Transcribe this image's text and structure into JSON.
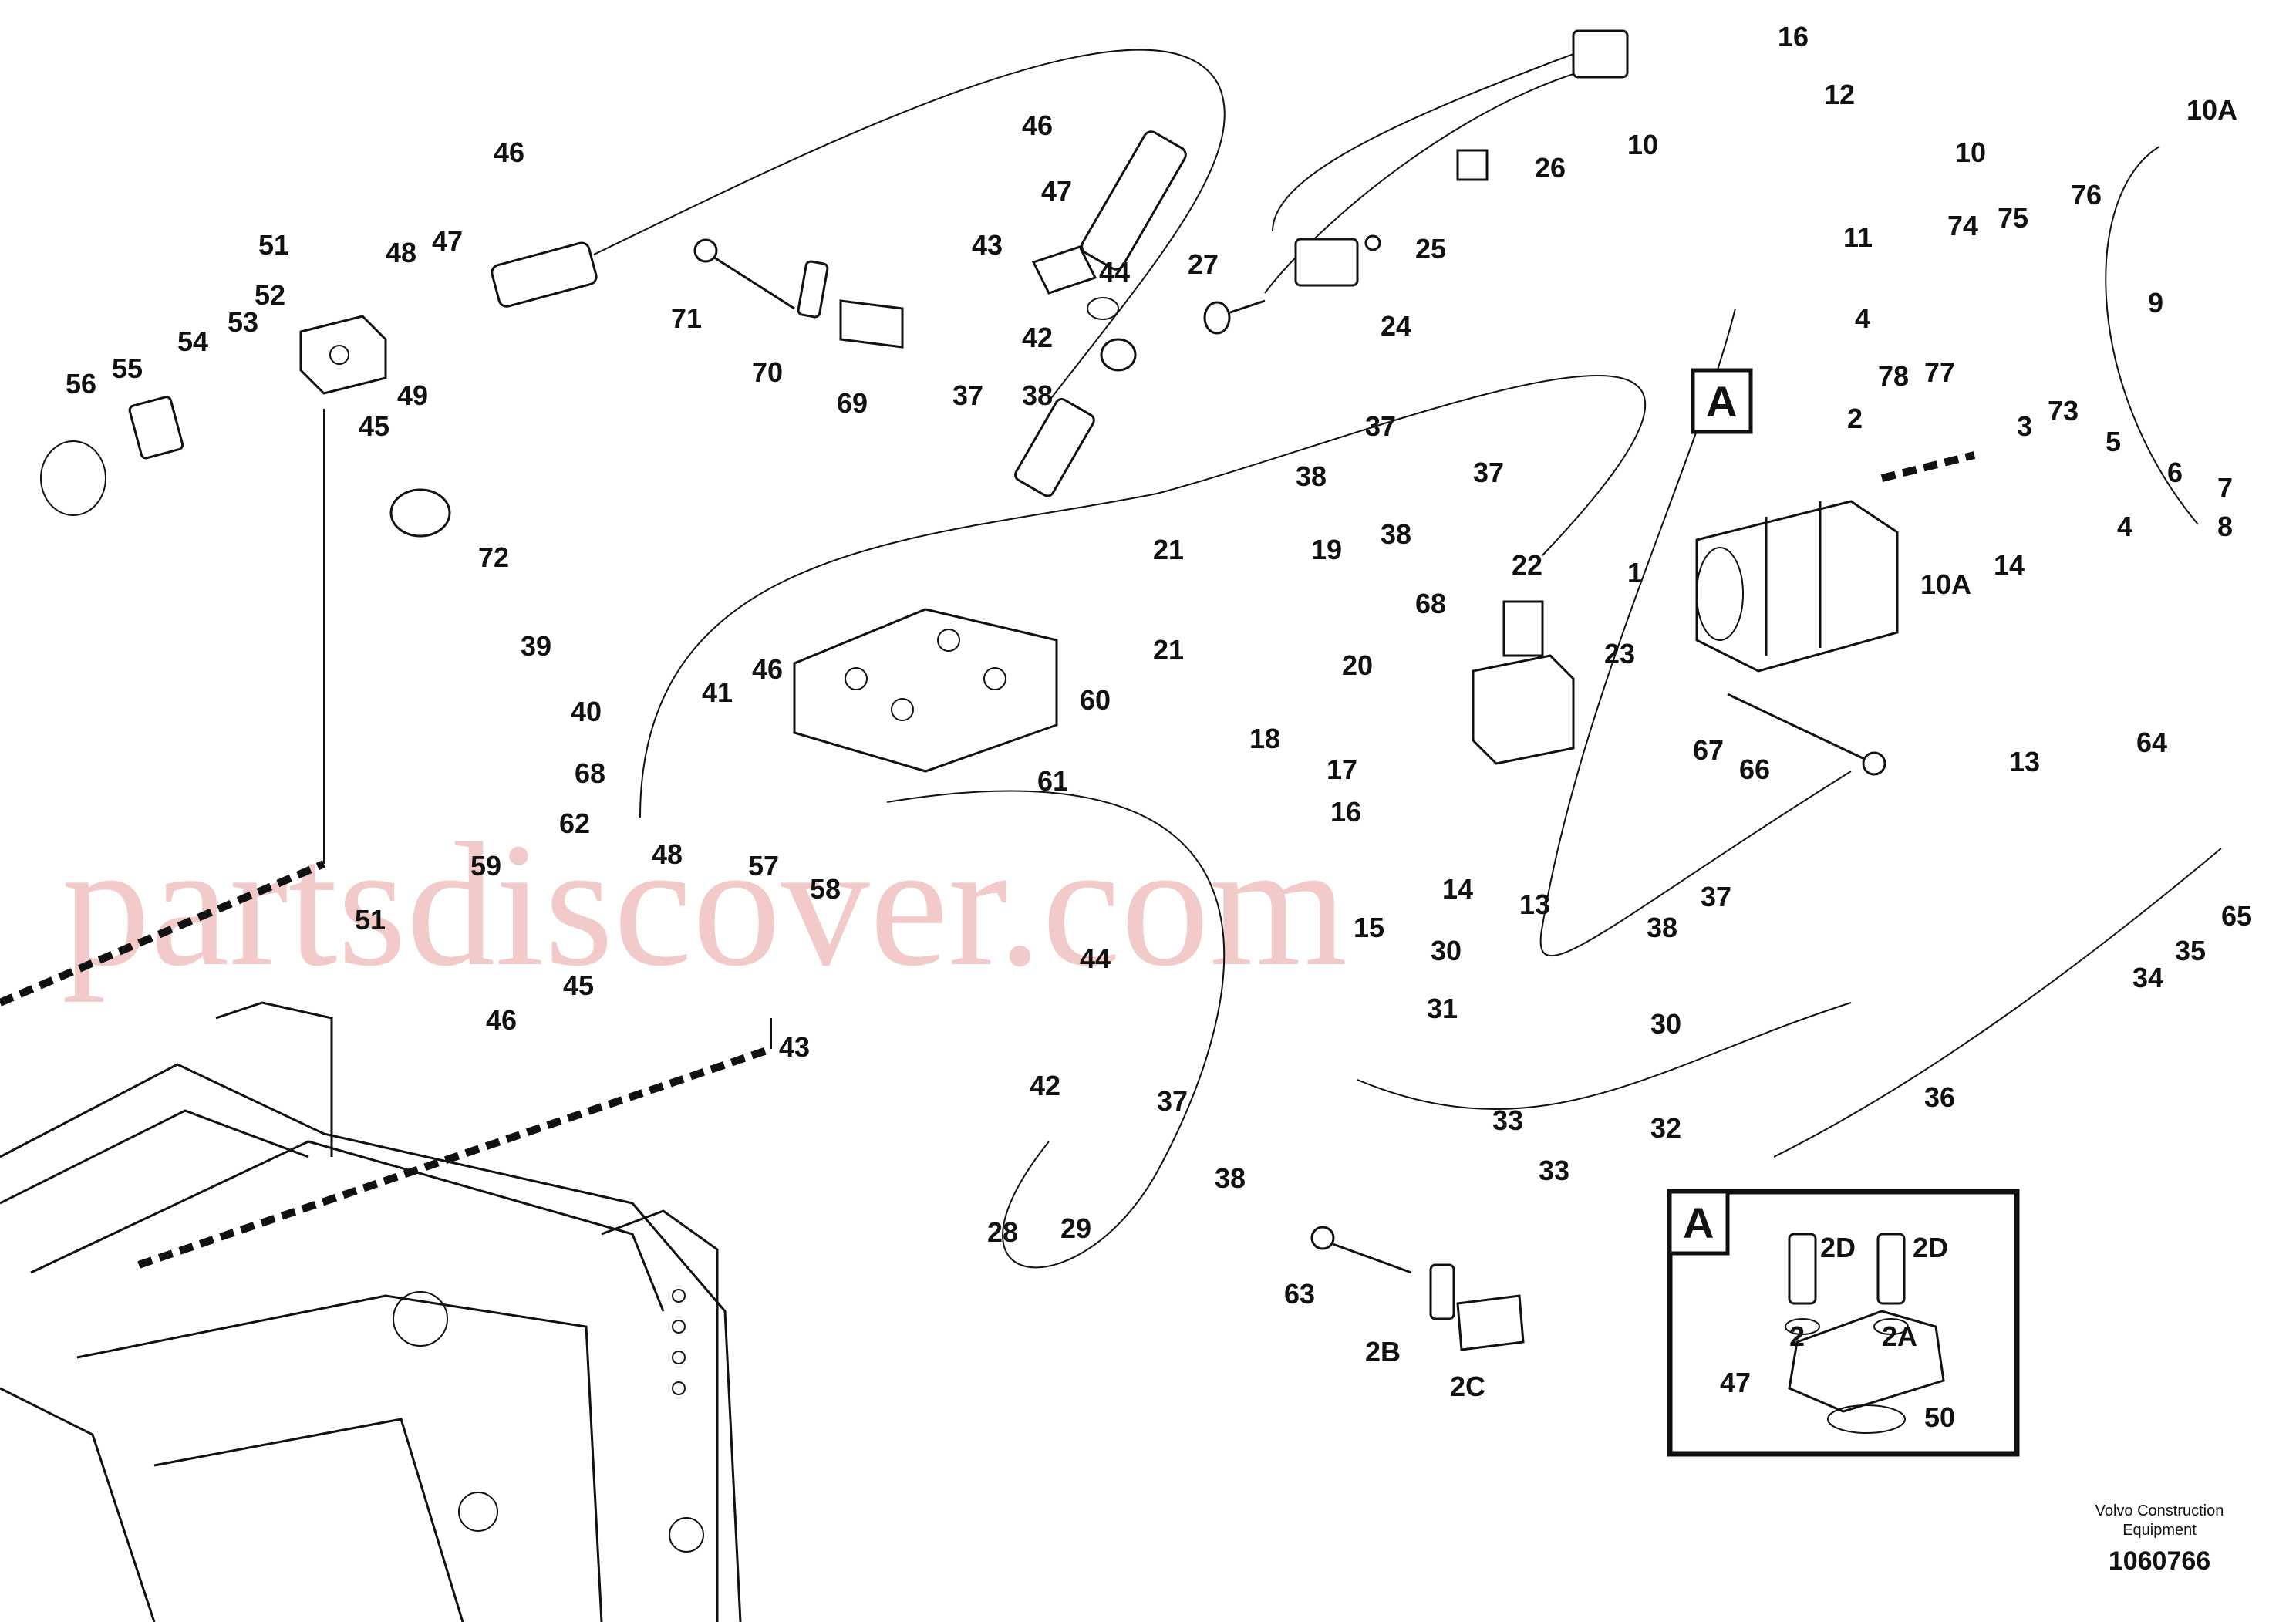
{
  "watermark": "partsdiscover.com",
  "credit_line1": "Volvo Construction",
  "credit_line2": "Equipment",
  "doc_number": "1060766",
  "detail_label": "A",
  "callouts": [
    "46",
    "51",
    "52",
    "53",
    "54",
    "55",
    "56",
    "45",
    "49",
    "48",
    "47",
    "71",
    "70",
    "69",
    "72",
    "46",
    "47",
    "43",
    "44",
    "42",
    "37",
    "38",
    "27",
    "24",
    "25",
    "26",
    "16",
    "12",
    "10",
    "10",
    "11",
    "4",
    "74",
    "75",
    "76",
    "77",
    "78",
    "73",
    "5",
    "6",
    "7",
    "8",
    "9",
    "10A",
    "A",
    "2",
    "3",
    "4",
    "10A",
    "14",
    "1",
    "13",
    "67",
    "66",
    "37",
    "38",
    "37",
    "38",
    "21",
    "19",
    "21",
    "20",
    "18",
    "22",
    "68",
    "23",
    "17",
    "16",
    "15",
    "14",
    "13",
    "37",
    "38",
    "39",
    "40",
    "68",
    "41",
    "46",
    "60",
    "61",
    "62",
    "59",
    "51",
    "48",
    "57",
    "58",
    "45",
    "46",
    "43",
    "44",
    "42",
    "37",
    "38",
    "28",
    "29",
    "30",
    "31",
    "33",
    "30",
    "32",
    "33",
    "36",
    "34",
    "35",
    "65",
    "64",
    "63",
    "2B",
    "2C",
    "2D",
    "2D",
    "2",
    "2A",
    "47",
    "50"
  ]
}
